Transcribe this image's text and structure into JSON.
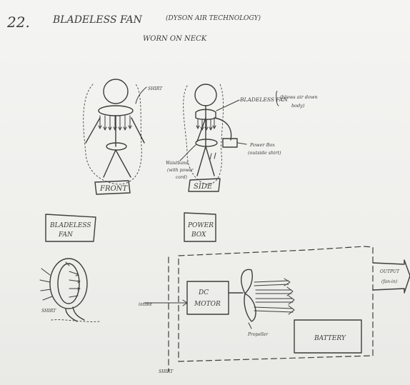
{
  "header": {
    "number": "22.",
    "title": "BLADELESS FAN",
    "subtitle": "(DYSON AIR TECHNOLOGY)",
    "worn": "WORN ON NECK"
  },
  "figures": {
    "front_label": "FRONT",
    "side_label": "SIDE",
    "shirt_label": "SHIRT",
    "bladeless_fan_note": "BLADELESS FAN",
    "blows_air_note_1": "(blows air down",
    "blows_air_note_2": "body)",
    "power_box_note_1": "Power Box",
    "power_box_note_2": "(outside shirt)",
    "waistband_note_1": "Waistband",
    "waistband_note_2": "(with power",
    "waistband_note_3": "cord)"
  },
  "boxes": {
    "bladeless_fan": [
      "BLADELESS",
      "FAN"
    ],
    "power_box": [
      "POWER",
      "BOX"
    ]
  },
  "block_diagram": {
    "intake": "intake",
    "shirt_left": "SHIRT",
    "shirt_bottom": "SHIRT",
    "motor": [
      "DC",
      "MOTOR"
    ],
    "propeller": "Propeller",
    "battery": "BATTERY",
    "output": [
      "OUTPUT",
      "(fan-in)"
    ]
  }
}
